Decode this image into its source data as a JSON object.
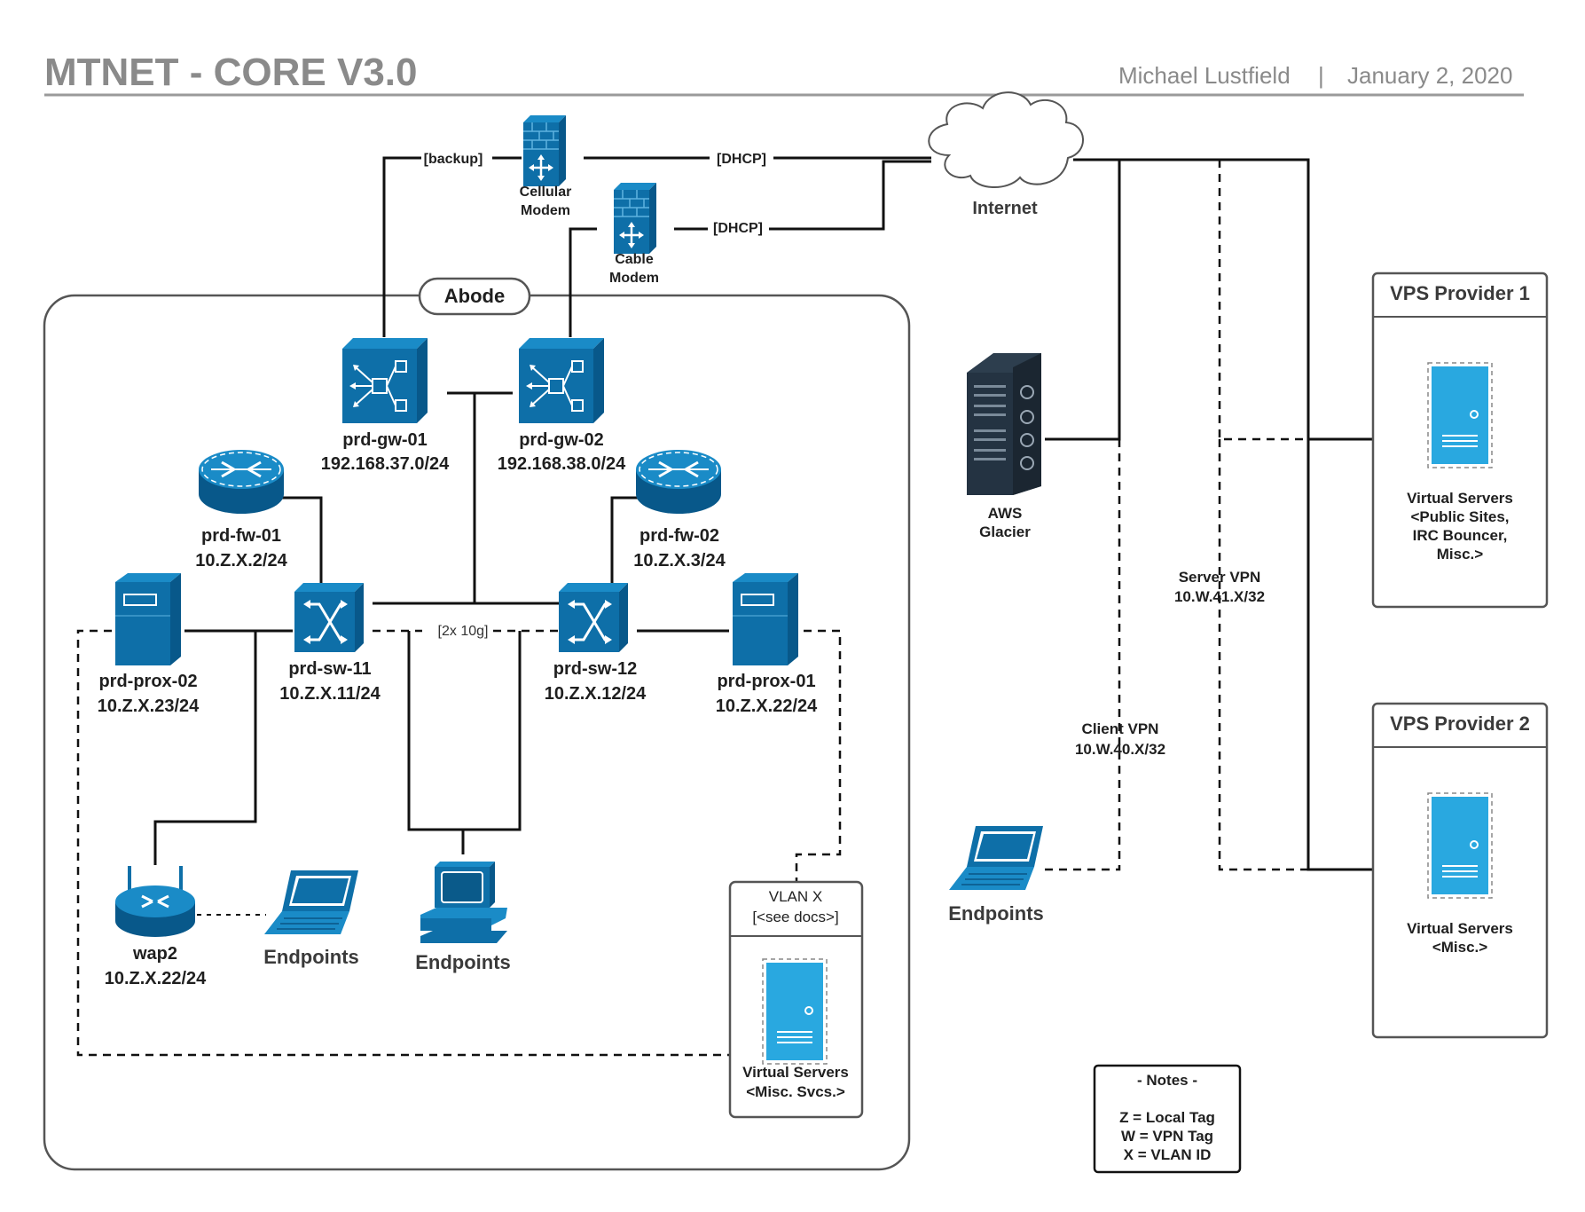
{
  "header": {
    "title": "MTNET - CORE V3.0",
    "author": "Michael Lustfield",
    "separator": "|",
    "date": "January 2, 2020"
  },
  "internet": {
    "label": "Internet"
  },
  "modems": {
    "cellular": {
      "line1": "Cellular",
      "line2": "Modem",
      "link_left": "[backup]",
      "link_right": "[DHCP]"
    },
    "cable": {
      "line1": "Cable",
      "line2": "Modem",
      "link_right": "[DHCP]"
    }
  },
  "abode": {
    "label": "Abode"
  },
  "gateways": [
    {
      "name": "prd-gw-01",
      "net": "192.168.37.0/24"
    },
    {
      "name": "prd-gw-02",
      "net": "192.168.38.0/24"
    }
  ],
  "firewalls": [
    {
      "name": "prd-fw-01",
      "ip": "10.Z.X.2/24"
    },
    {
      "name": "prd-fw-02",
      "ip": "10.Z.X.3/24"
    }
  ],
  "switches": [
    {
      "name": "prd-sw-11",
      "ip": "10.Z.X.11/24"
    },
    {
      "name": "prd-sw-12",
      "ip": "10.Z.X.12/24"
    }
  ],
  "switch_link": "[2x 10g]",
  "hosts": [
    {
      "name": "prd-prox-02",
      "ip": "10.Z.X.23/24"
    },
    {
      "name": "prd-prox-01",
      "ip": "10.Z.X.22/24"
    }
  ],
  "wap": {
    "name": "wap2",
    "ip": "10.Z.X.22/24"
  },
  "endpoints": {
    "laptop": "Endpoints",
    "desktop": "Endpoints",
    "remote": "Endpoints"
  },
  "vlan": {
    "title": "VLAN X",
    "subtitle": "[<see docs>]",
    "line1": "Virtual Servers",
    "line2": "<Misc. Svcs.>"
  },
  "aws": {
    "line1": "AWS",
    "line2": "Glacier"
  },
  "vpn": {
    "server": {
      "line1": "Server VPN",
      "line2": "10.W.41.X/32"
    },
    "client": {
      "line1": "Client VPN",
      "line2": "10.W.40.X/32"
    }
  },
  "vps": [
    {
      "title": "VPS Provider 1",
      "lines": [
        "Virtual Servers",
        "<Public Sites,",
        "IRC Bouncer,",
        "Misc.>"
      ]
    },
    {
      "title": "VPS Provider 2",
      "lines": [
        "Virtual Servers",
        "<Misc.>"
      ]
    }
  ],
  "notes": {
    "title": "- Notes -",
    "lines": [
      "Z = Local Tag",
      "W = VPN Tag",
      "X = VLAN ID"
    ]
  },
  "colors": {
    "device_blue": "#0e6fa8",
    "server_blue": "#29a8e0",
    "title_gray": "#8a8a8a"
  }
}
